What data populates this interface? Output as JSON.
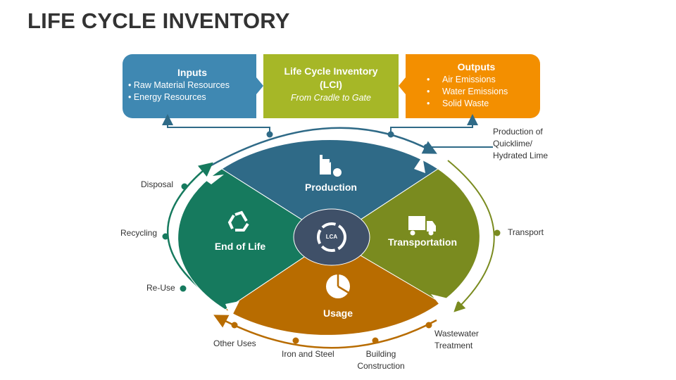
{
  "title": "LIFE CYCLE INVENTORY",
  "inputs": {
    "heading": "Inputs",
    "items": [
      "• Raw Material Resources",
      "• Energy Resources"
    ]
  },
  "lci": {
    "heading_line1": "Life Cycle Inventory",
    "heading_line2": "(LCI)",
    "subtitle": "From Cradle to Gate"
  },
  "outputs": {
    "heading": "Outputs",
    "items": [
      "Air Emissions",
      "Water Emissions",
      "Solid Waste"
    ]
  },
  "segments": {
    "production": "Production",
    "transportation": "Transportation",
    "usage": "Usage",
    "end_of_life": "End of Life",
    "center": "LCA"
  },
  "labels": {
    "production_of_line1": "Production of",
    "production_of_line2": "Quicklime/",
    "production_of_line3": "Hydrated Lime",
    "transport": "Transport",
    "wastewater_line1": "Wastewater",
    "wastewater_line2": "Treatment",
    "building_line1": "Building",
    "building_line2": "Construction",
    "iron_steel": "Iron and Steel",
    "other_uses": "Other Uses",
    "reuse": "Re-Use",
    "recycling": "Recycling",
    "disposal": "Disposal"
  },
  "colors": {
    "production": "#2f6a87",
    "transportation": "#7a8b1f",
    "usage": "#b86c00",
    "end_of_life": "#167a5e",
    "center": "#3f5068"
  }
}
